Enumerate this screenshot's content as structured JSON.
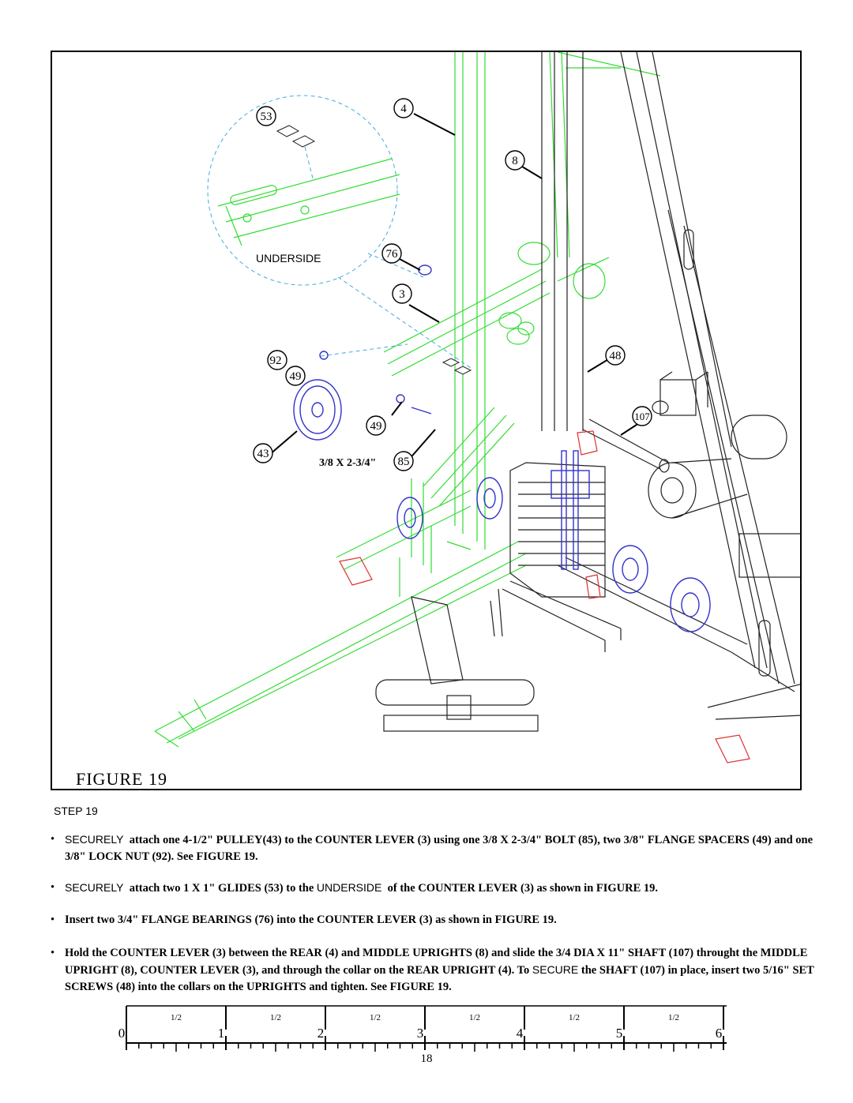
{
  "figure": {
    "title": "FIGURE 19",
    "underside_label": "UNDERSIDE",
    "bolt_label": "3/8 X 2-3/4\"",
    "callouts": [
      "53",
      "4",
      "8",
      "76",
      "3",
      "92",
      "49",
      "48",
      "107",
      "49",
      "43",
      "85"
    ]
  },
  "step": {
    "label": "STEP 19",
    "instructions": [
      {
        "lead": "SECURELY",
        "text": "attach one 4-1/2\" PULLEY(43) to the COUNTER LEVER (3) using one 3/8 X 2-3/4\" BOLT (85), two 3/8\" FLANGE SPACERS (49) and one 3/8\" LOCK NUT (92). See FIGURE 19."
      },
      {
        "lead": "SECURELY",
        "text_a": "attach two 1 X 1\" GLIDES (53) to the",
        "mid": "UNDERSIDE",
        "text_b": "of the COUNTER LEVER (3) as shown in FIGURE 19."
      },
      {
        "text": "Insert two 3/4\" FLANGE BEARINGS (76) into the COUNTER  LEVER (3) as shown in FIGURE 19."
      },
      {
        "text_a": "Hold the COUNTER LEVER (3) between the REAR (4) and MIDDLE UPRIGHTS (8) and slide the 3/4 DIA X 11\" SHAFT (107) throught the MIDDLE UPRIGHT (8), COUNTER LEVER (3), and through the collar on the REAR UPRIGHT (4). To",
        "mid": "SECURE",
        "text_b": "the SHAFT (107) in place, insert two 5/16\" SET SCREWS (48) into the collars on the UPRIGHTS  and tighten. See FIGURE 19."
      }
    ]
  },
  "ruler": {
    "numbers": [
      "0",
      "1",
      "2",
      "3",
      "4",
      "5",
      "6"
    ],
    "half_label": "1/2"
  },
  "page_number": "18",
  "colors": {
    "frame_green": "#33dd33",
    "pulley_blue": "#3333cc",
    "glide_red": "#e03030",
    "dashed_cyan": "#44aadd"
  }
}
